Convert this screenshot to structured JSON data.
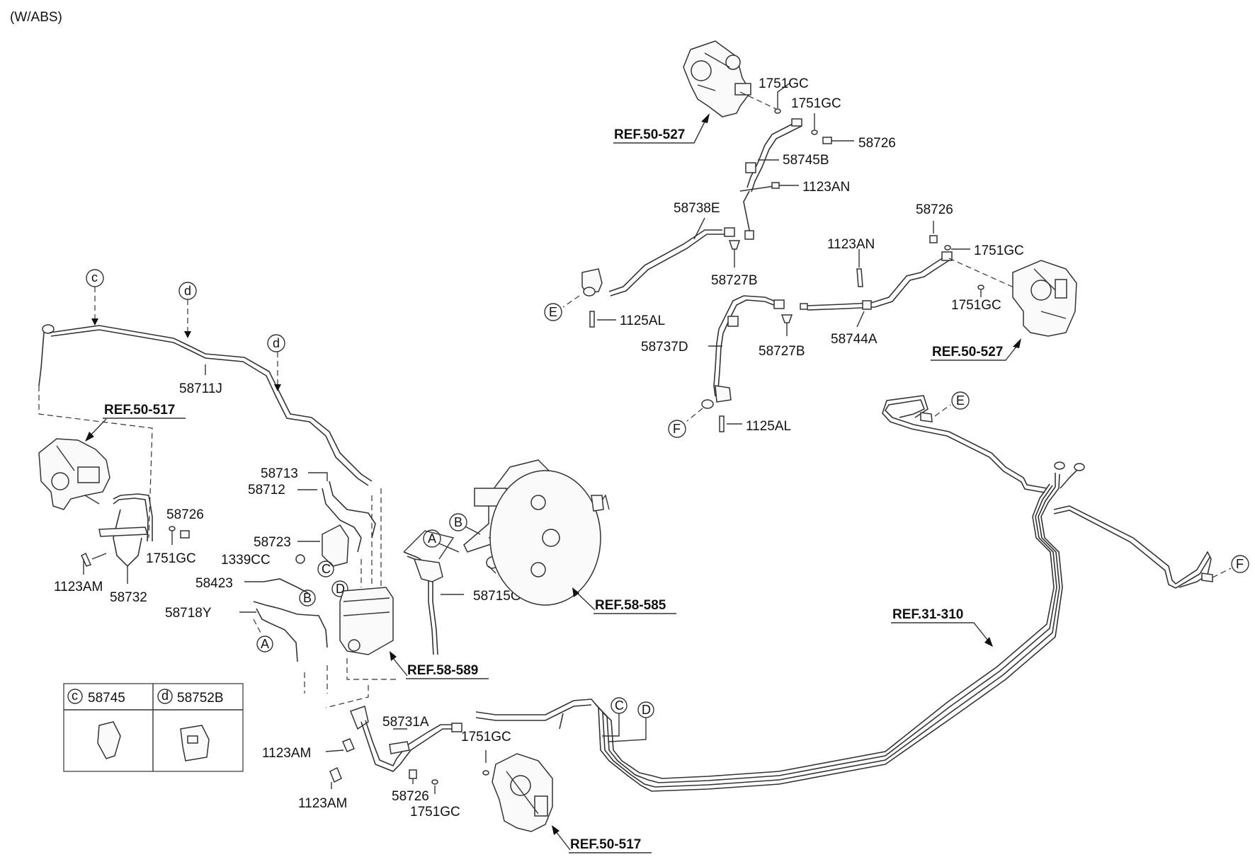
{
  "header": "(W/ABS)",
  "refs": {
    "r50527_top": "REF.50-527",
    "r50527_right": "REF.50-527",
    "r50517_left": "REF.50-517",
    "r50517_bottom": "REF.50-517",
    "r58585": "REF.58-585",
    "r58589": "REF.58-589",
    "r31310": "REF.31-310"
  },
  "labels": {
    "p1751gc_a": "1751GC",
    "p1751gc_b": "1751GC",
    "p58726_a": "58726",
    "p58745b": "58745B",
    "p1123an_a": "1123AN",
    "p58738e": "58738E",
    "p58727b_a": "58727B",
    "p1125al_a": "1125AL",
    "p58726_b": "58726",
    "p1751gc_c": "1751GC",
    "p1123an_b": "1123AN",
    "p1751gc_d": "1751GC",
    "p58744a": "58744A",
    "p58737d": "58737D",
    "p58727b_b": "58727B",
    "p1125al_b": "1125AL",
    "p58711j": "58711J",
    "p58713": "58713",
    "p58712": "58712",
    "p58726_c": "58726",
    "p58723": "58723",
    "p1339cc": "1339CC",
    "p1751gc_e": "1751GC",
    "p1123am_a": "1123AM",
    "p58732": "58732",
    "p58423": "58423",
    "p58718y": "58718Y",
    "p58715g": "58715G",
    "p58731a": "58731A",
    "p1751gc_f": "1751GC",
    "p1123am_b": "1123AM",
    "p1123am_c": "1123AM",
    "p58726_d": "58726",
    "p1751gc_g": "1751GC"
  },
  "markers": {
    "c_top": "c",
    "d_top": "d",
    "d_mid": "d",
    "A_upper": "A",
    "B_upper": "B",
    "C_lower": "C",
    "D_lower": "D",
    "B_mid": "B",
    "A_mid": "A",
    "C_bottom": "C",
    "D_bottom": "D",
    "E_left": "E",
    "F_left": "F",
    "E_right": "E",
    "F_right": "F"
  },
  "legend": {
    "c_letter": "c",
    "c_part": "58745",
    "d_letter": "d",
    "d_part": "58752B"
  }
}
